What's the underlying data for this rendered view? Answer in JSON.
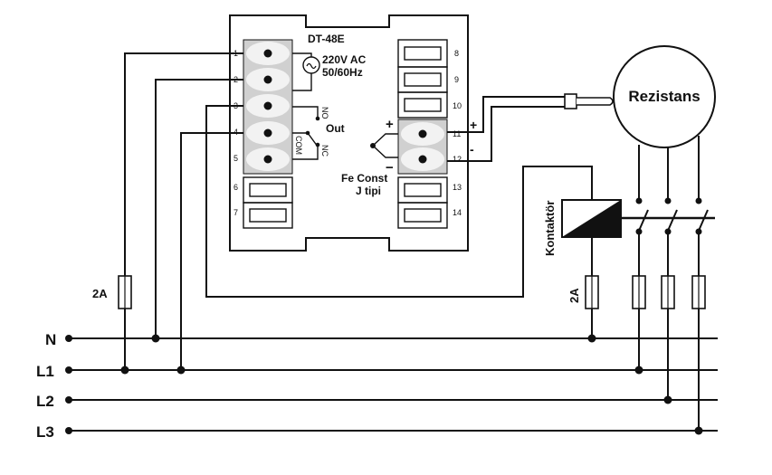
{
  "device": {
    "model": "DT-48E",
    "supply_line1": "220V AC",
    "supply_line2": "50/60Hz",
    "relay_label": "Out",
    "no_label": "NO",
    "nc_label": "NC",
    "com_label": "COM",
    "sensor_line1": "Fe Const",
    "sensor_line2": "J tipi",
    "plus": "+",
    "minus": "−",
    "left_pins": [
      "1",
      "2",
      "3",
      "4",
      "5",
      "6",
      "7"
    ],
    "right_pins": [
      "8",
      "9",
      "10",
      "11",
      "12",
      "13",
      "14"
    ]
  },
  "probe": {
    "plus": "+",
    "minus": "-"
  },
  "heater": {
    "label": "Rezistans"
  },
  "contactor": {
    "label": "Kontaktör"
  },
  "fuses": {
    "control_label": "2A",
    "coil_label": "2A"
  },
  "lines": {
    "n": "N",
    "l1": "L1",
    "l2": "L2",
    "l3": "L3"
  },
  "colors": {
    "ink": "#111111",
    "terminal_fill": "#d0d0d0",
    "background": "#ffffff"
  }
}
